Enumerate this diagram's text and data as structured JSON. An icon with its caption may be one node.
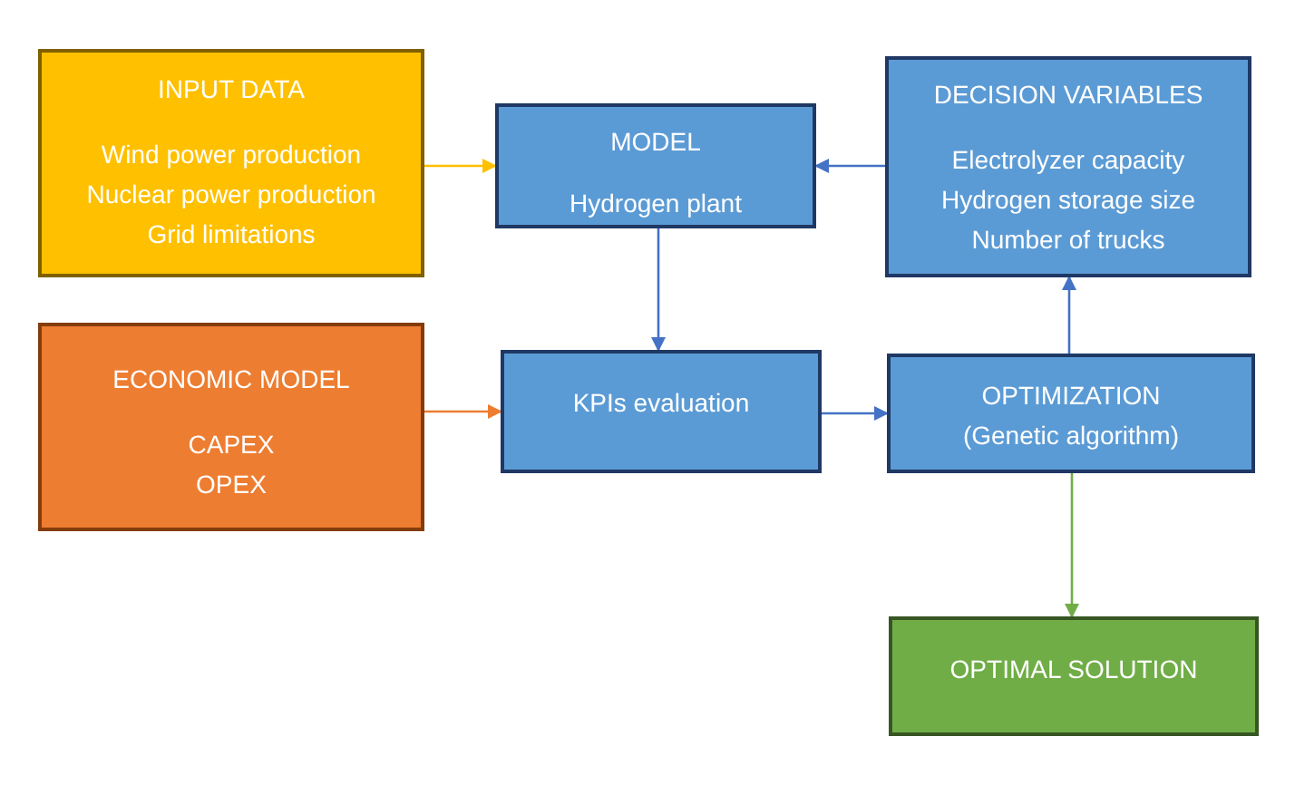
{
  "diagram": {
    "nodes": [
      {
        "text": [
          "INPUT DATA",
          "Wind power production",
          "Nuclear power production",
          "Grid limitations"
        ]
      },
      {
        "text": [
          "MODEL",
          "Hydrogen plant"
        ]
      },
      {
        "text": [
          "DECISION VARIABLES",
          "Electrolyzer capacity",
          "Hydrogen storage size",
          "Number of trucks"
        ]
      },
      {
        "text": [
          "ECONOMIC MODEL",
          "CAPEX",
          "OPEX"
        ]
      },
      {
        "text": [
          "KPIs evaluation"
        ]
      },
      {
        "text": [
          "OPTIMIZATION",
          "(Genetic algorithm)"
        ]
      },
      {
        "text": [
          "OPTIMAL SOLUTION"
        ]
      }
    ],
    "edges": [
      {
        "from": 0,
        "to": 1,
        "arrow": "to",
        "color": "#ffc000"
      },
      {
        "from": 2,
        "to": 1,
        "arrow": "to"
      },
      {
        "from": 1,
        "to": 4,
        "arrow": "to"
      },
      {
        "from": 3,
        "to": 4,
        "arrow": "to",
        "color": "#ed7d31"
      },
      {
        "from": 4,
        "to": 5,
        "arrow": "to"
      },
      {
        "from": 5,
        "to": 2,
        "arrow": "to"
      },
      {
        "from": 5,
        "to": 6,
        "arrow": "to",
        "color": "#70ad47"
      }
    ]
  }
}
